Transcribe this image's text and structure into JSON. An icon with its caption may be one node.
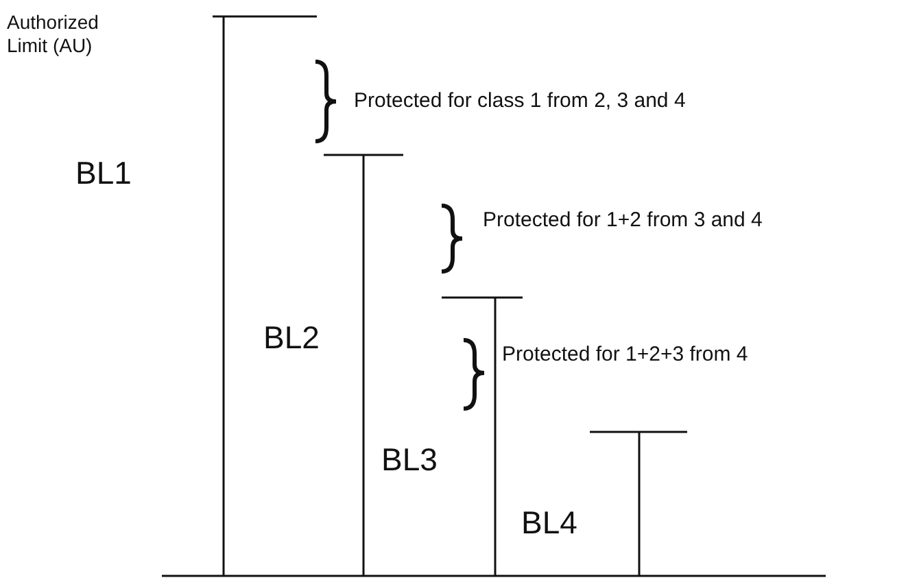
{
  "diagram": {
    "labels": [
      "Authorized Limit (AU)",
      "Protected for class 1 from 2, 3 and 4",
      "BL1",
      "Protected for 1+2 from 3 and 4",
      "BL2",
      "Protected for 1+2+3 from 4",
      "BL3",
      "BL4"
    ]
  }
}
